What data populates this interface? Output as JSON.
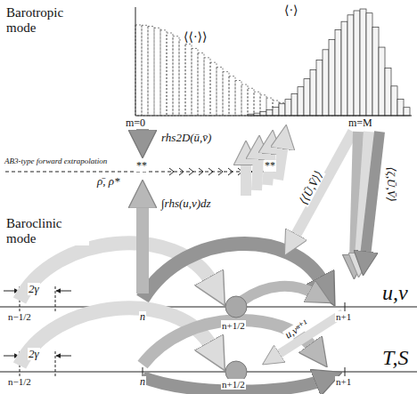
{
  "diagram": {
    "labels": [
      "Barotropic mode",
      "⟨⟨·⟩⟩",
      "⟨·⟩",
      "m=0",
      "m=M",
      "rhs2D(ū,v̄)",
      "AB3-type forward extrapolation",
      "**",
      "**",
      "ρ̄, ρ*",
      "∫rhs(u,v)dz",
      "⟨⟨Ū,V̄⟩⟩",
      "⟨ζ,Ū,V̄⟩",
      "Baroclinic mode",
      "2γ",
      "u,v",
      "n−1/2",
      "n",
      "n+1/2",
      "n+1",
      "u,vⁿ⁺¹",
      "2γ",
      "T,S",
      "n−1/2",
      "n",
      "n+1/2",
      "n+1"
    ]
  }
}
